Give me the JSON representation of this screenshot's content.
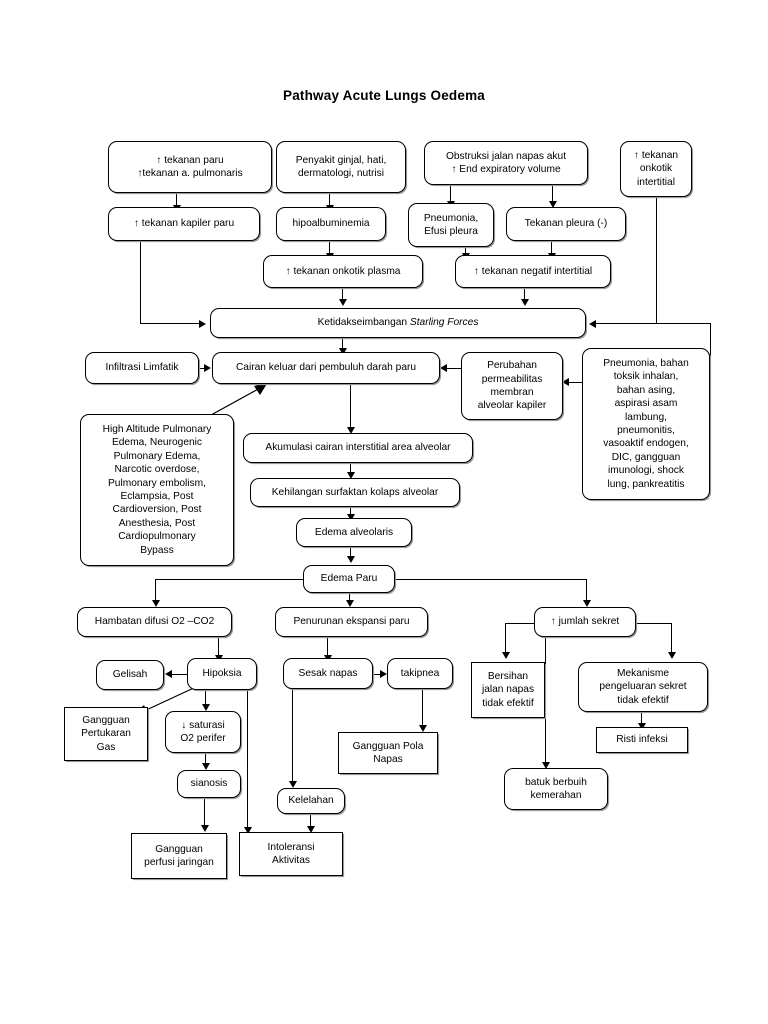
{
  "title": "Pathway Acute Lungs Oedema",
  "nodes": {
    "tekanan_paru": "↑ tekanan paru\n↑tekanan a. pulmonaris",
    "penyakit_ginjal": "Penyakit ginjal, hati,\ndermatologi, nutrisi",
    "obstruksi": "Obstruksi jalan napas akut\n↑ End expiratory volume",
    "tekanan_onkotik_intertitial": "↑ tekanan\nonkotik\nintertitial",
    "tekanan_kapiler": "↑ tekanan kapiler paru",
    "hipoalbuminemia": "hipoalbuminemia",
    "pneumonia_efusi": "Pneumonia,\nEfusi pleura",
    "tekanan_pleura": "Tekanan pleura (-)",
    "tekanan_onkotik_plasma": "↑ tekanan onkotik plasma",
    "tekanan_negatif": "↑ tekanan negatif intertitial",
    "starling_prefix": "Ketidakseimbangan ",
    "starling_italic": "Starling Forces",
    "infiltrasi": "Infiltrasi Limfatik",
    "cairan_keluar": "Cairan keluar dari pembuluh darah paru",
    "perubahan_permeabilitas": "Perubahan\npermeabilitas\nmembran\nalveolar kapiler",
    "pneumonia_bahan": "Pneumonia, bahan\ntoksik inhalan,\nbahan asing,\naspirasi asam\nlambung,\npneumonitis,\nvasoaktif endogen,\nDIC, gangguan\nimunologi, shock\nlung, pankreatitis",
    "high_altitude": "High Altitude Pulmonary\nEdema, Neurogenic\nPulmonary Edema,\nNarcotic overdose,\nPulmonary embolism,\nEclampsia, Post\nCardioversion, Post\nAnesthesia, Post\nCardiopulmonary\nBypass",
    "akumulasi": "Akumulasi cairan interstitial area alveolar",
    "kehilangan_surfaktan": "Kehilangan surfaktan kolaps alveolar",
    "edema_alveolaris": "Edema alveolaris",
    "edema_paru": "Edema Paru",
    "hambatan_difusi": "Hambatan difusi O2 –CO2",
    "penurunan_ekspansi": "Penurunan ekspansi paru",
    "jumlah_sekret": "↑ jumlah sekret",
    "gelisah": "Gelisah",
    "hipoksia": "Hipoksia",
    "sesak_napas": "Sesak napas",
    "takipnea": "takipnea",
    "bersihan_jalan_napas": "Bersihan\njalan napas\ntidak efektif",
    "mekanisme_pengeluaran": "Mekanisme\npengeluaran sekret\ntidak efektif",
    "gangguan_pertukaran_gas": "Gangguan\nPertukaran\nGas",
    "saturasi_o2": "↓ saturasi\nO2 perifer",
    "gangguan_pola_napas": "Gangguan Pola\nNapas",
    "risti_infeksi": "Risti infeksi",
    "sianosis": "sianosis",
    "batuk_berbuih": "batuk berbuih\nkemerahan",
    "kelelahan": "Kelelahan",
    "gangguan_perfusi": "Gangguan\nperfusi jaringan",
    "intoleransi_aktivitas": "Intoleransi\nAktivitas"
  },
  "colors": {
    "stroke": "#000000",
    "background": "#ffffff",
    "shadow": "#9a9a9a"
  }
}
